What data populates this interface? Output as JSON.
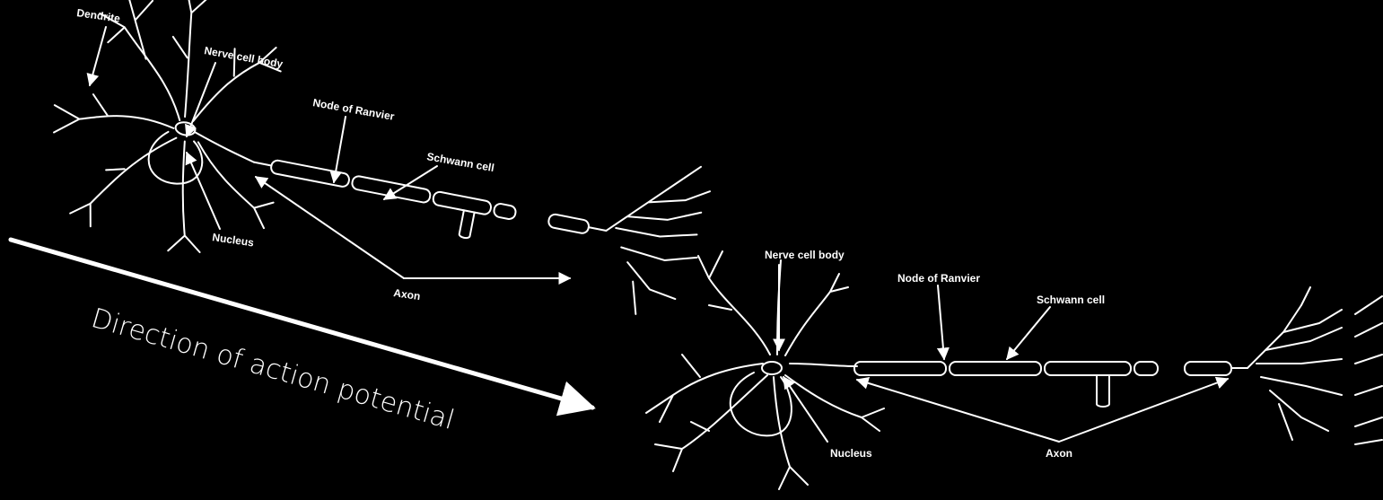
{
  "neuron_top": {
    "labels": {
      "dendrite": "Dendrite",
      "nerve_cell_body": "Nerve cell body",
      "node_of_ranvier": "Node of Ranvier",
      "schwann_cell": "Schwann cell",
      "nucleus": "Nucleus",
      "axon": "Axon"
    }
  },
  "neuron_bottom": {
    "labels": {
      "nerve_cell_body": "Nerve cell body",
      "node_of_ranvier": "Node of Ranvier",
      "schwann_cell": "Schwann cell",
      "nucleus": "Nucleus",
      "axon": "Axon"
    }
  },
  "direction_caption": "Direction of action potential",
  "colors": {
    "background": "#000000",
    "stroke": "#ffffff"
  }
}
